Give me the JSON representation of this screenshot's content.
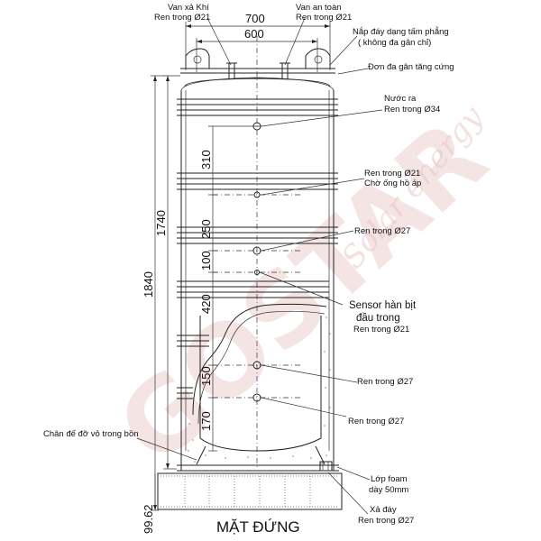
{
  "labels": {
    "air_vent": "Van xả Khí",
    "air_vent_thread": "Ren trong Ø21",
    "safety_valve": "Van an toàn",
    "safety_valve_thread": "Ren trong Ø21",
    "flat_lid_1": "Nắp đáy dạng tấm phẳng",
    "flat_lid_2": "( không đa gân chỉ)",
    "rib_ring": "Đơn đa gân tăng cứng",
    "water_out": "Nước ra",
    "water_out_thread": "Ren trong Ø34",
    "gauge_thread": "Ren trong Ø21",
    "gauge_port": "Chờ ống hồ áp",
    "port_27_top": "Ren trong Ø27",
    "sensor_1": "Sensor hàn bịt",
    "sensor_2": "đầu trong",
    "sensor_thread": "Ren trong Ø21",
    "port_27_mid": "Ren trong Ø27",
    "port_27_low": "Ren trong Ø27",
    "inner_support": "Chân đế đỡ vỏ trong bồn",
    "foam_1": "Lớp foam",
    "foam_2": "dày 50mm",
    "drain": "Xả đáy",
    "drain_thread": "Ren trong Ø27"
  },
  "dimensions": {
    "outer_width": "700",
    "inner_width": "600",
    "d310": "310",
    "d250": "250",
    "d100": "100",
    "d420": "420",
    "d150": "150",
    "d170": "170",
    "h1740": "1740",
    "h1840": "1840",
    "base": "99.62"
  },
  "title": "MẶT ĐỨNG",
  "watermark": {
    "brand": "GOSTAR",
    "tagline": "Solar energy"
  }
}
